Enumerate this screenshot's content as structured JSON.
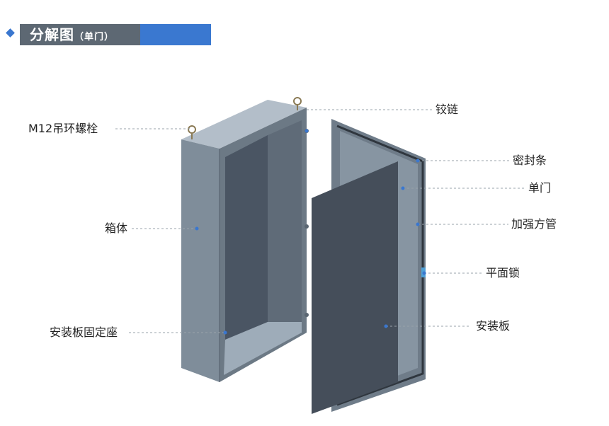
{
  "header": {
    "title": "分解图",
    "subtitle": "（单门）",
    "accent_color": "#3a78d0",
    "bar_color": "#5d6873"
  },
  "labels": {
    "lifting_bolt": "M12吊环螺栓",
    "cabinet_body": "箱体",
    "mount_base": "安装板固定座",
    "hinge": "铰链",
    "seal_strip": "密封条",
    "single_door": "单门",
    "square_tube": "加强方管",
    "flat_lock": "平面锁",
    "mount_plate": "安装板"
  },
  "colors": {
    "cabinet_front": "#7f8d9a",
    "cabinet_side": "#6c7985",
    "cabinet_top": "#b3bec9",
    "interior_back": "#4a5563",
    "interior_floor": "#9eacb9",
    "door": "#6f7c89",
    "mount_plate": "#454e5a",
    "leader_line": "#9aa3ab",
    "dot": "#3a77cf"
  }
}
